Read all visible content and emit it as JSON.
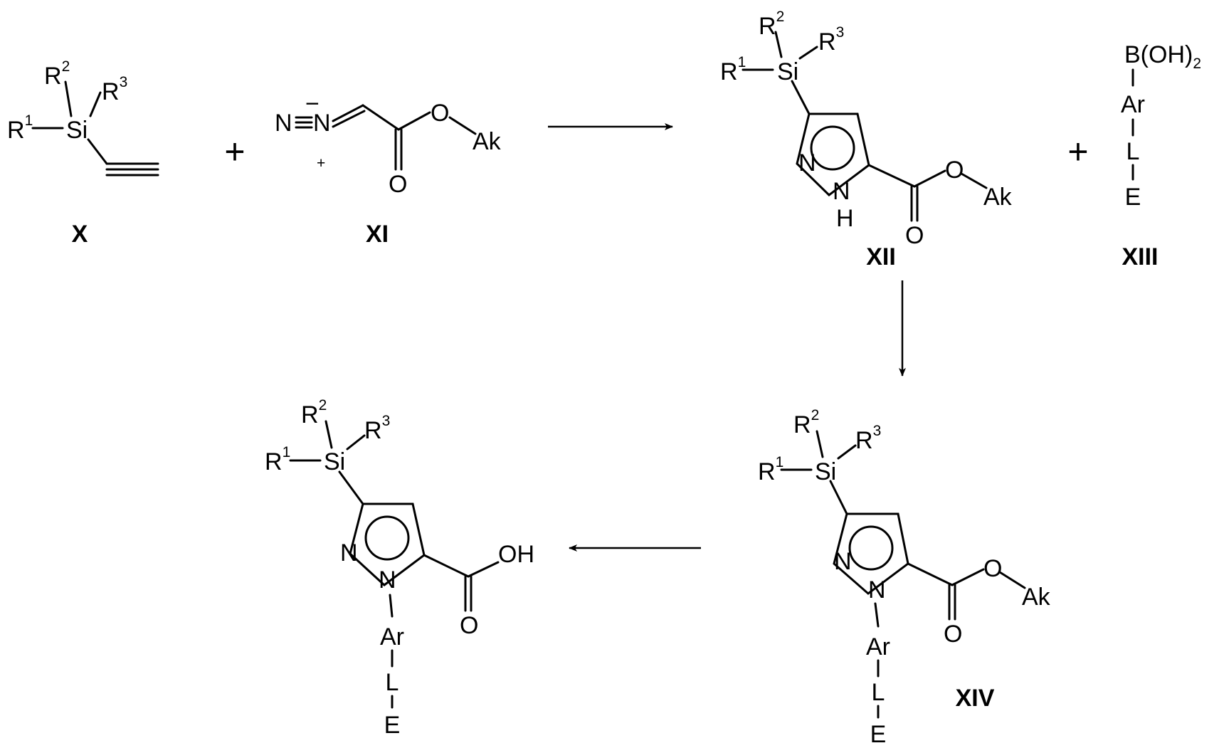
{
  "scheme": {
    "atoms": {
      "R": "R",
      "sup1": "1",
      "sup2": "2",
      "sup3": "3",
      "Si": "Si",
      "N": "N",
      "H": "H",
      "O": "O",
      "OH": "OH",
      "Ak": "Ak",
      "Ar": "Ar",
      "L": "L",
      "E": "E",
      "B": "B(OH)",
      "B_sub": "2",
      "minus": "−",
      "plus_charge": "+"
    },
    "plus_sign": "+",
    "compounds": {
      "X": "X",
      "XI": "XI",
      "XII": "XII",
      "XIII": "XIII",
      "XIV": "XIV"
    }
  }
}
